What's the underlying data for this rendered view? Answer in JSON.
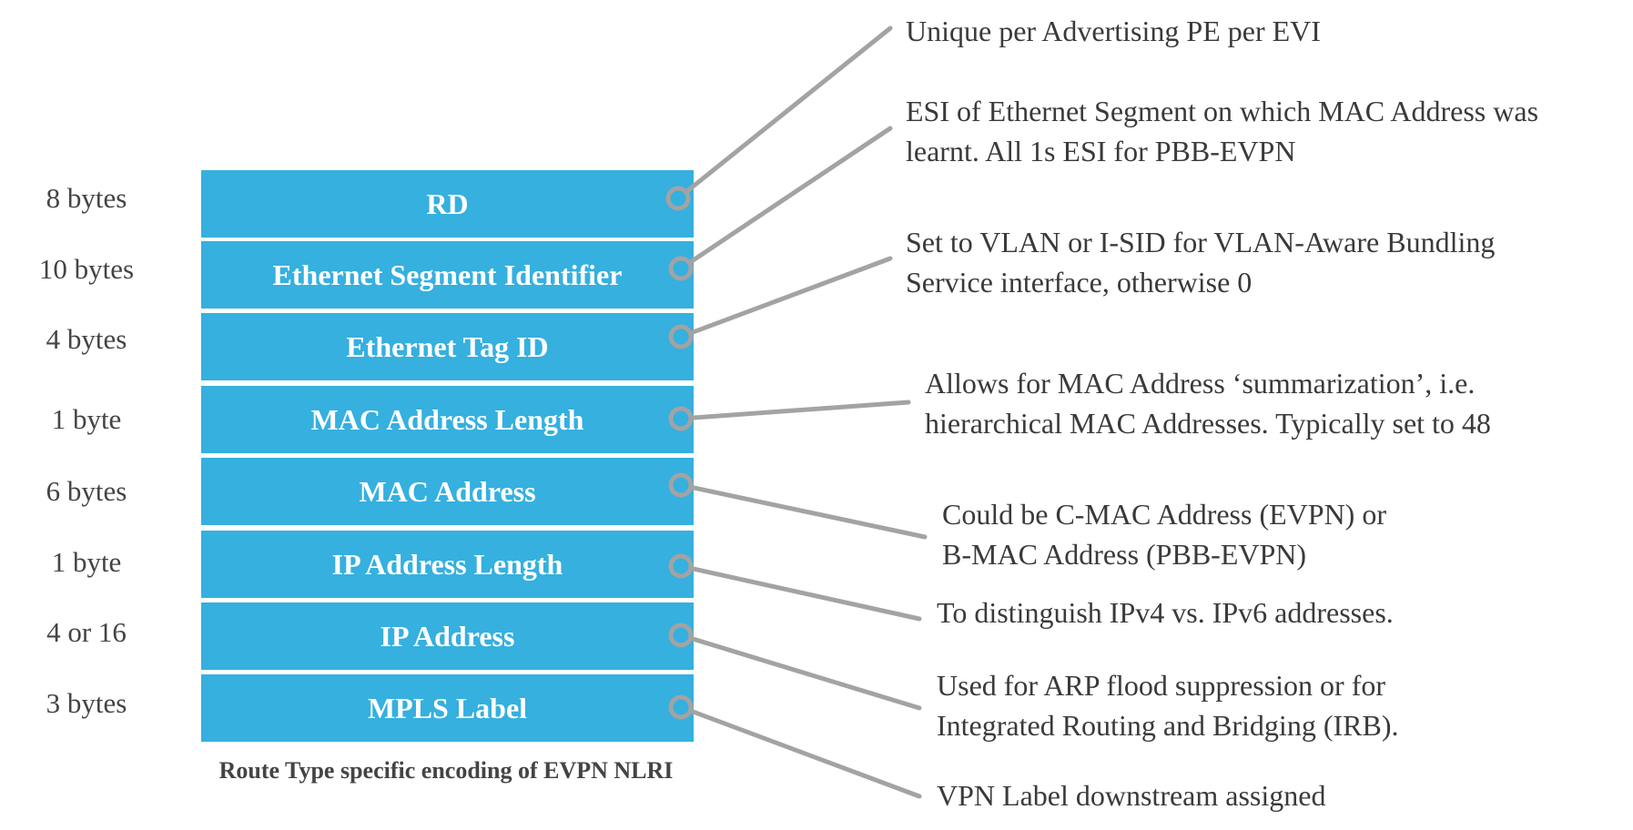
{
  "fields": [
    {
      "name": "RD",
      "size": "8 bytes",
      "description": [
        "Unique per Advertising PE per EVI"
      ]
    },
    {
      "name": "Ethernet Segment Identifier",
      "size": "10 bytes",
      "description": [
        "ESI of Ethernet Segment on which MAC Address was",
        "learnt. All 1s ESI for PBB-EVPN"
      ]
    },
    {
      "name": "Ethernet Tag ID",
      "size": "4 bytes",
      "description": [
        "Set to VLAN or I-SID for VLAN-Aware Bundling",
        "Service interface, otherwise 0"
      ]
    },
    {
      "name": "MAC Address Length",
      "size": "1 byte",
      "description": [
        "Allows for MAC Address ‘summarization’, i.e.",
        "hierarchical MAC Addresses. Typically set to 48"
      ]
    },
    {
      "name": "MAC Address",
      "size": "6 bytes",
      "description": [
        "Could be C-MAC Address (EVPN) or",
        "B-MAC Address (PBB-EVPN)"
      ]
    },
    {
      "name": "IP Address Length",
      "size": "1 byte",
      "description": [
        "To distinguish IPv4 vs. IPv6 addresses."
      ]
    },
    {
      "name": "IP Address",
      "size": "4 or 16",
      "description": [
        "Used for ARP flood suppression or for",
        "Integrated Routing and Bridging (IRB)."
      ]
    },
    {
      "name": "MPLS Label",
      "size": "3 bytes",
      "description": [
        "VPN Label downstream assigned"
      ]
    }
  ],
  "caption": "Route Type specific encoding of EVPN NLRI",
  "colors": {
    "field_fill": "#35b0df",
    "field_text": "#ffffff",
    "connector": "#a3a3a3",
    "label_text": "#444444"
  }
}
